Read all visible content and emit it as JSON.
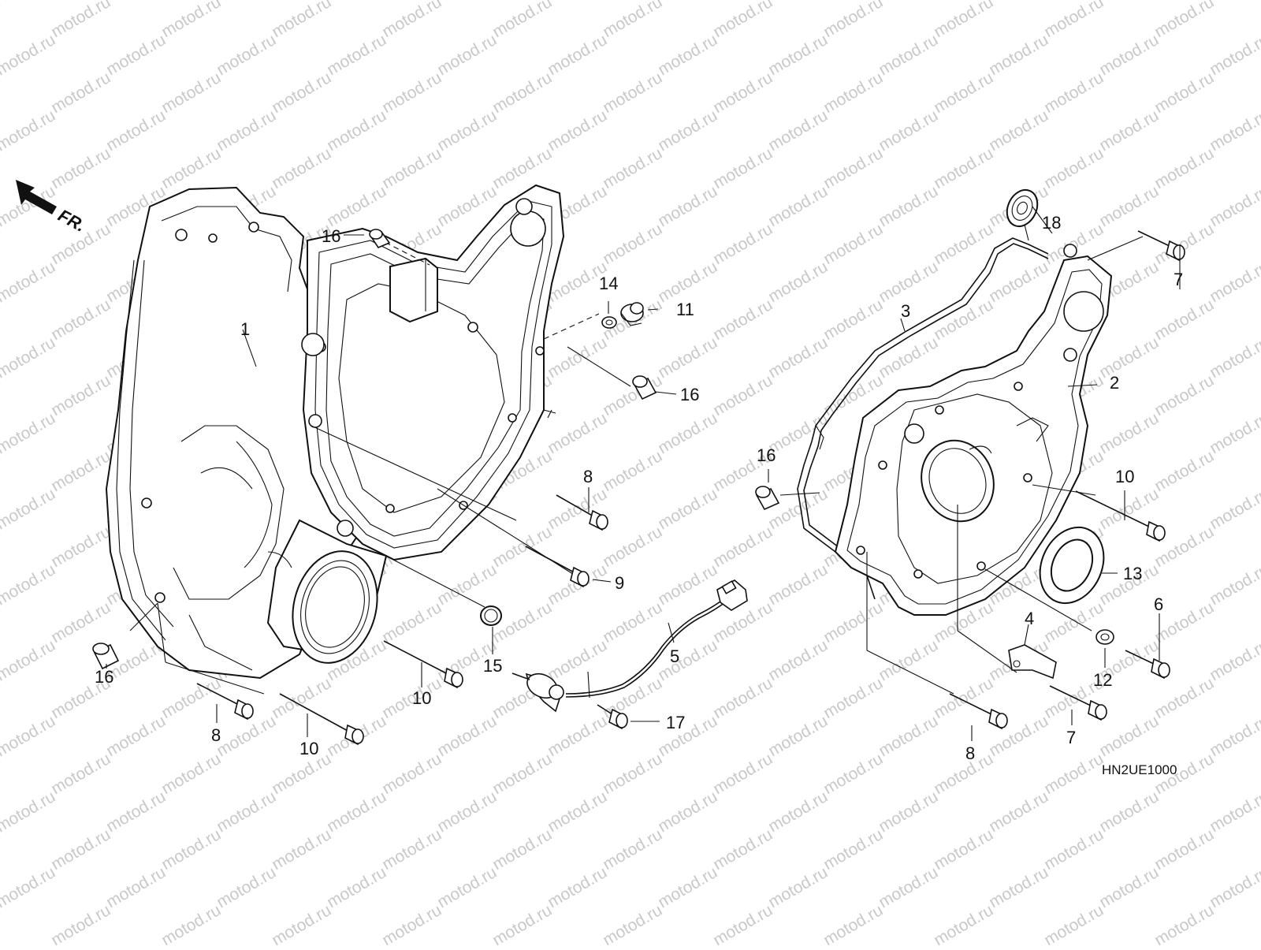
{
  "diagram": {
    "watermark_text": "motod.ru",
    "direction_label": "FR.",
    "drawing_code": "HN2UE1000",
    "callouts": [
      {
        "id": "c1",
        "text": "1"
      },
      {
        "id": "c2",
        "text": "2"
      },
      {
        "id": "c3",
        "text": "3"
      },
      {
        "id": "c4",
        "text": "4"
      },
      {
        "id": "c5",
        "text": "5"
      },
      {
        "id": "c6",
        "text": "6"
      },
      {
        "id": "c7a",
        "text": "7"
      },
      {
        "id": "c7b",
        "text": "7"
      },
      {
        "id": "c8a",
        "text": "8"
      },
      {
        "id": "c8b",
        "text": "8"
      },
      {
        "id": "c8c",
        "text": "8"
      },
      {
        "id": "c9",
        "text": "9"
      },
      {
        "id": "c10a",
        "text": "10"
      },
      {
        "id": "c10b",
        "text": "10"
      },
      {
        "id": "c10c",
        "text": "10"
      },
      {
        "id": "c11",
        "text": "11"
      },
      {
        "id": "c12",
        "text": "12"
      },
      {
        "id": "c13",
        "text": "13"
      },
      {
        "id": "c14",
        "text": "14"
      },
      {
        "id": "c15",
        "text": "15"
      },
      {
        "id": "c16a",
        "text": "16"
      },
      {
        "id": "c16b",
        "text": "16"
      },
      {
        "id": "c16c",
        "text": "16"
      },
      {
        "id": "c16d",
        "text": "16"
      },
      {
        "id": "c17",
        "text": "17"
      },
      {
        "id": "c18",
        "text": "18"
      }
    ]
  }
}
